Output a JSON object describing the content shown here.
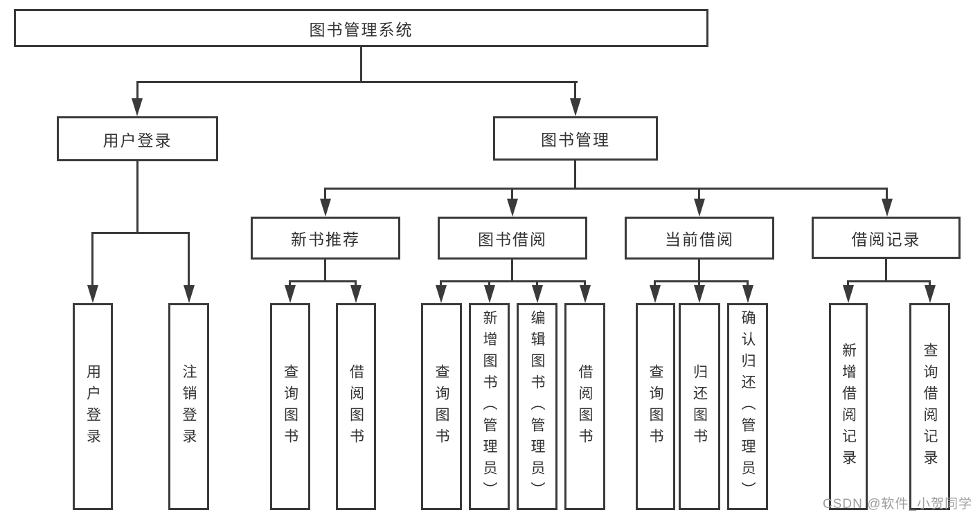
{
  "diagram": {
    "title": "图书管理系统",
    "branches": [
      {
        "label": "用户登录",
        "children": [
          {
            "label": "用户登录"
          },
          {
            "label": "注销登录"
          }
        ]
      },
      {
        "label": "图书管理",
        "children": [
          {
            "label": "新书推荐",
            "children": [
              {
                "label": "查询图书"
              },
              {
                "label": "借阅图书"
              }
            ]
          },
          {
            "label": "图书借阅",
            "children": [
              {
                "label": "查询图书"
              },
              {
                "label": "新增图书（管理员）"
              },
              {
                "label": "编辑图书（管理员）"
              },
              {
                "label": "借阅图书"
              }
            ]
          },
          {
            "label": "当前借阅",
            "children": [
              {
                "label": "查询图书"
              },
              {
                "label": "归还图书"
              },
              {
                "label": "确认归还（管理员）"
              }
            ]
          },
          {
            "label": "借阅记录",
            "children": [
              {
                "label": "新增借阅记录"
              },
              {
                "label": "查询借阅记录"
              }
            ]
          }
        ]
      }
    ]
  },
  "watermark": {
    "text": "CSDN @软件_小贺同学"
  },
  "colors": {
    "line": "#3a3a3a",
    "text": "#333333",
    "watermark": "#9e9e9e",
    "background": "#ffffff"
  }
}
